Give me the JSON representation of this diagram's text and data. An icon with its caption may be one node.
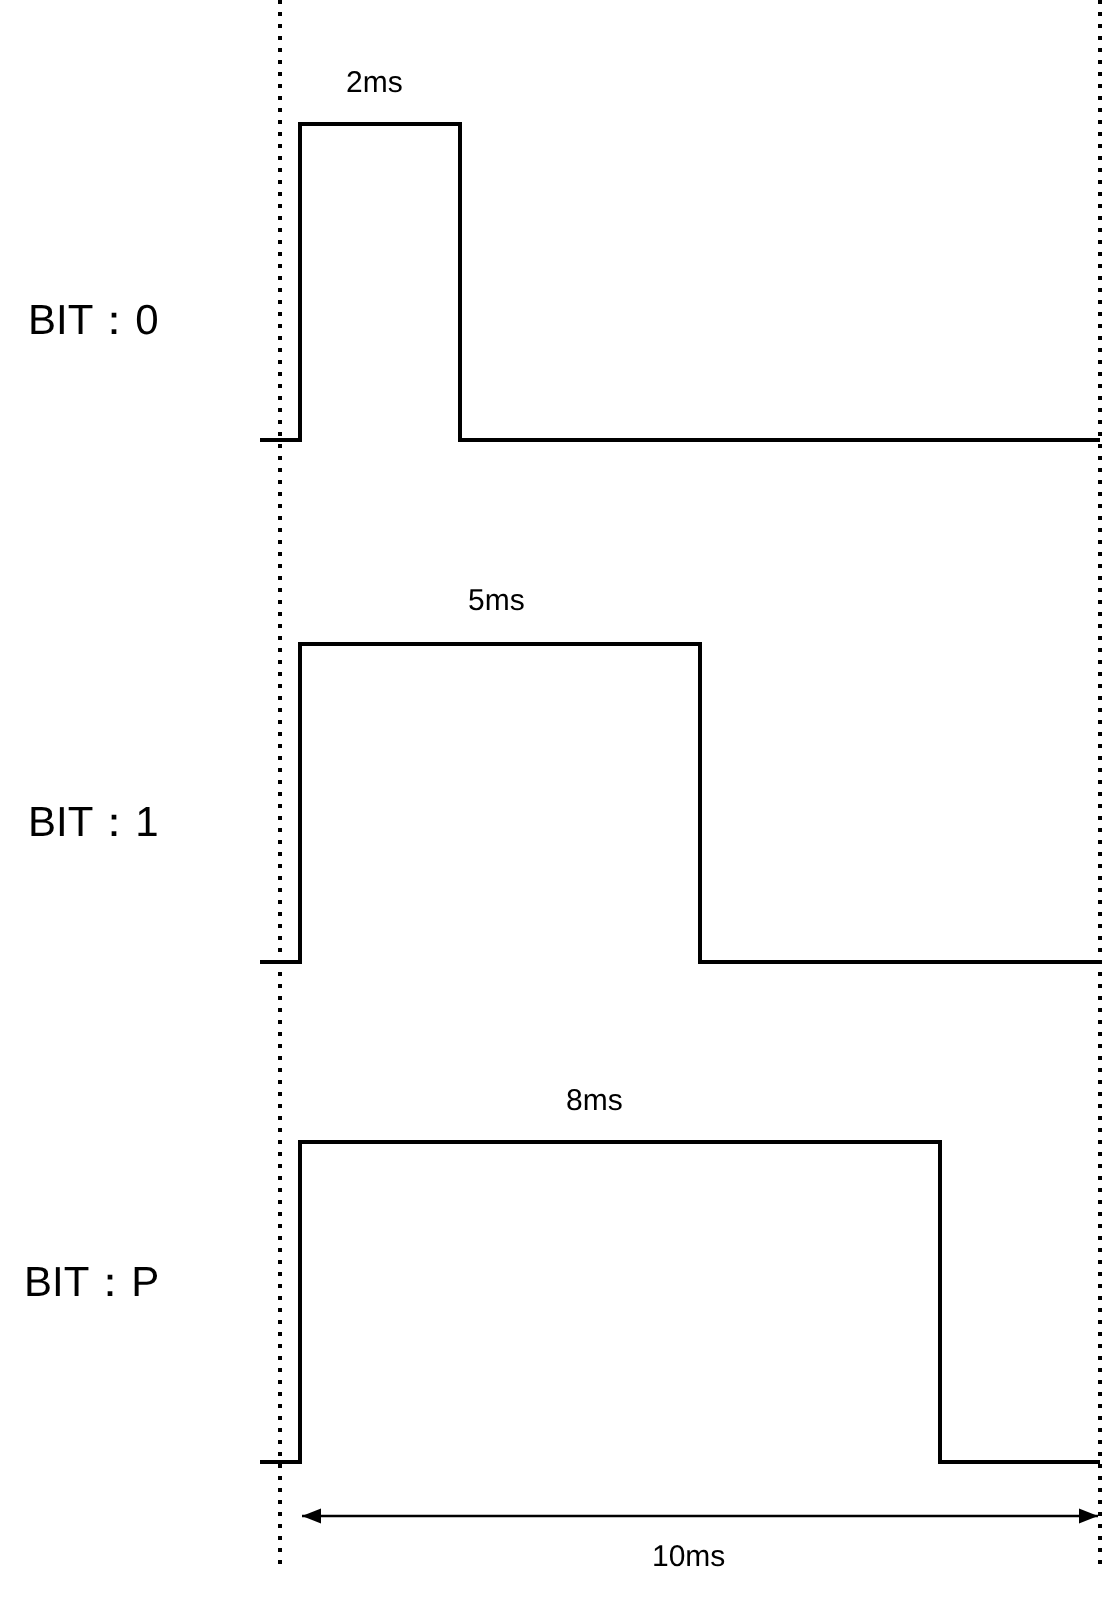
{
  "diagram": {
    "labels": [
      "2ms",
      "BIT：0",
      "5ms",
      "BIT：1",
      "8ms",
      "BIT：P",
      "10ms"
    ]
  }
}
